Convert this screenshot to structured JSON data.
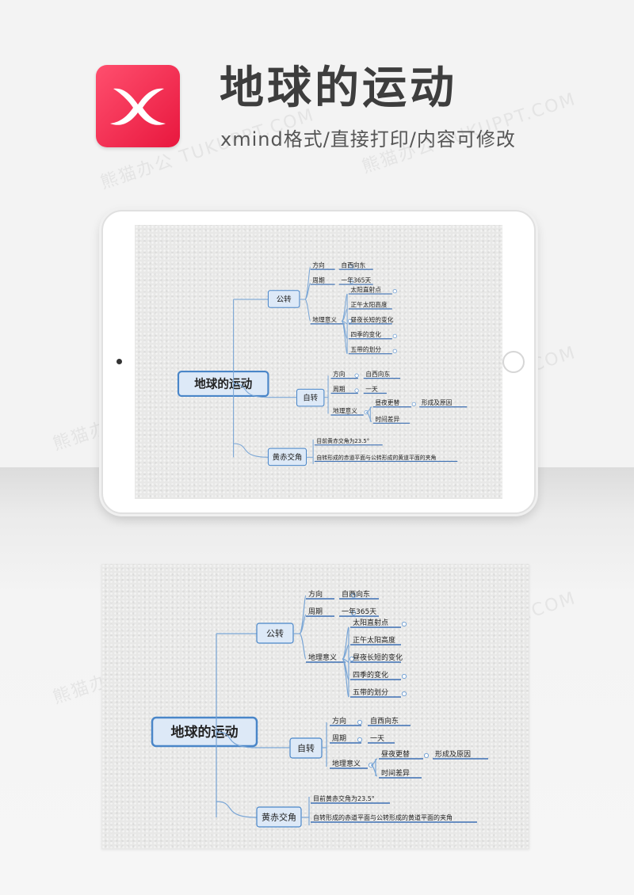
{
  "header": {
    "title": "地球的运动",
    "subtitle": "xmind格式/直接打印/内容可修改",
    "logo_icon": "xmind-logo-icon"
  },
  "watermark": "熊猫办公 TUKUPPT.COM",
  "colors": {
    "logo_red": "#f0284a",
    "node_border": "#4a86c8",
    "node_fill": "#dde9f7",
    "connector": "#7aa6d6",
    "underline": "#3c6fb3"
  },
  "mindmap": {
    "root": "地球的运动",
    "branches": [
      {
        "label": "公转",
        "children": [
          {
            "label": "方向",
            "value": "自西向东"
          },
          {
            "label": "周期",
            "value": "一年365天"
          },
          {
            "label": "地理意义",
            "items": [
              "太阳直射点",
              "正午太阳高度",
              "昼夜长短的变化",
              "四季的变化",
              "五带的划分"
            ]
          }
        ]
      },
      {
        "label": "自转",
        "children": [
          {
            "label": "方向",
            "value": "自西向东"
          },
          {
            "label": "周期",
            "value": "一天"
          },
          {
            "label": "地理意义",
            "items": [
              "昼夜更替",
              "时间差异"
            ],
            "sub": "形成及原因"
          }
        ]
      },
      {
        "label": "黄赤交角",
        "items": [
          "目前黄赤交角为23.5°",
          "自转形成的赤道平面与公转形成的黄道平面的夹角"
        ]
      }
    ]
  }
}
